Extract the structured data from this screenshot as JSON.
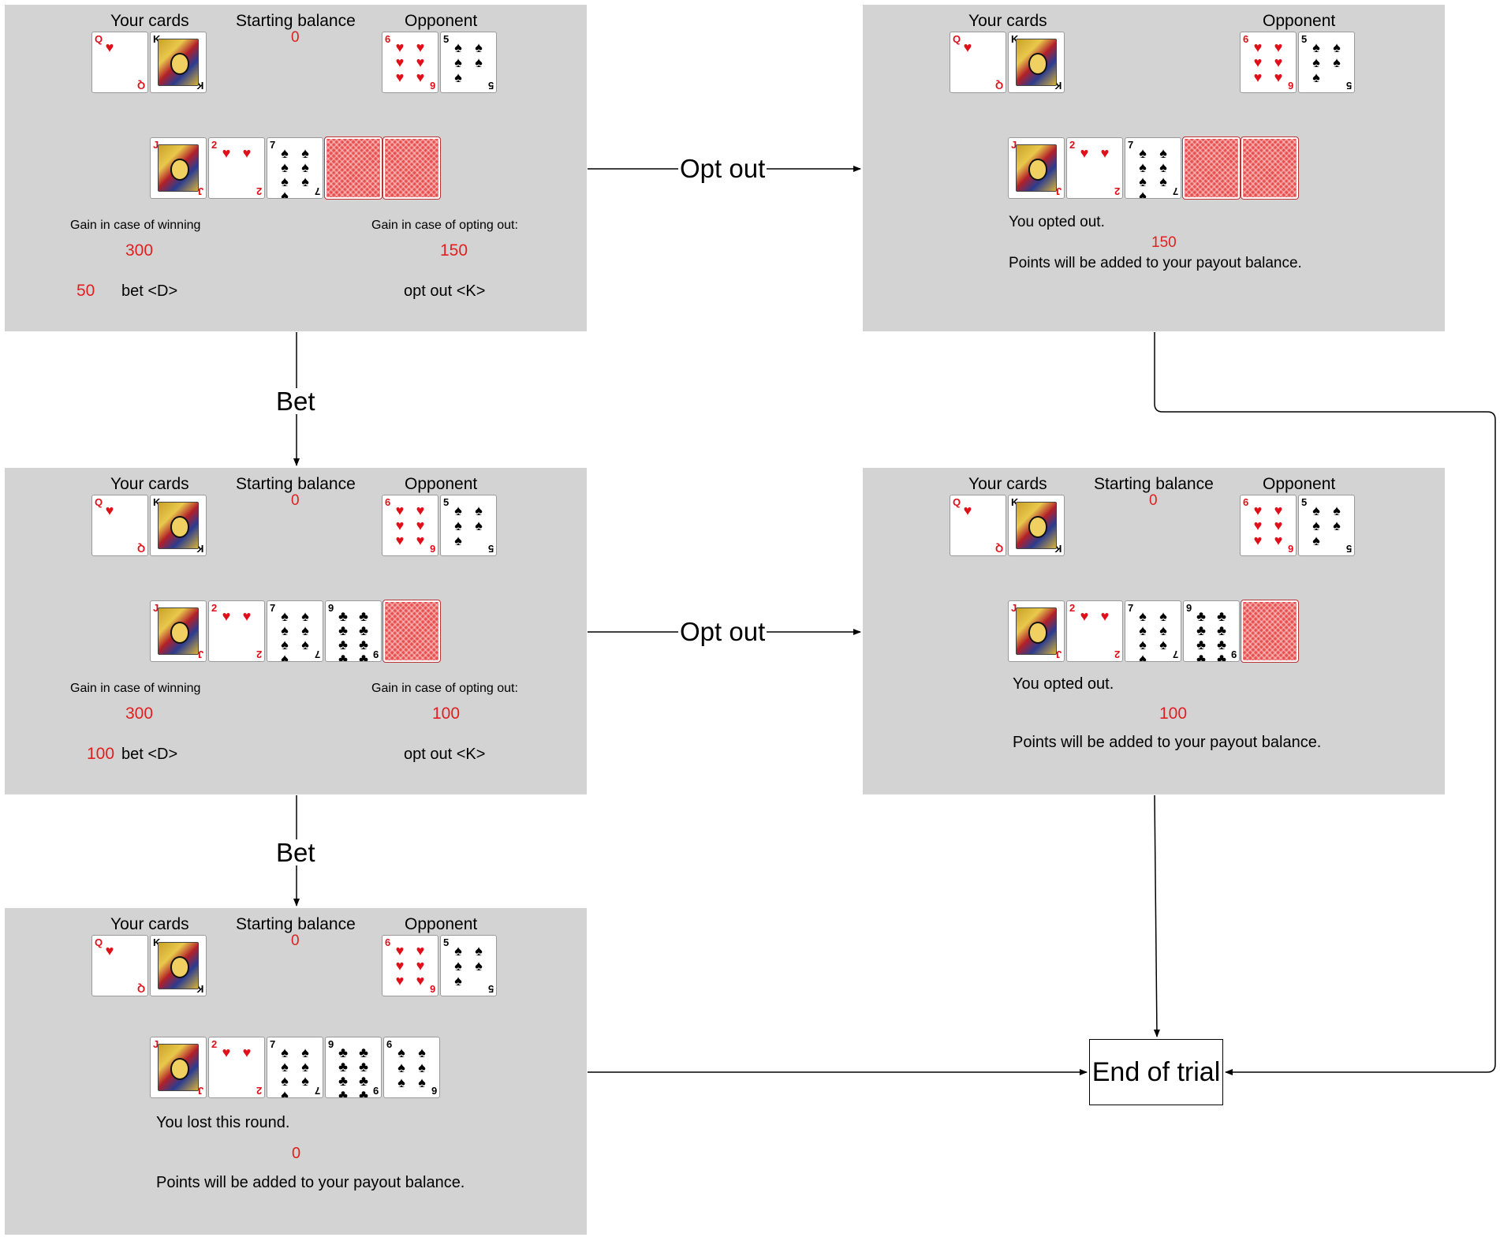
{
  "panel_labels": {
    "your_cards": "Your cards",
    "starting_balance": "Starting balance",
    "opponent": "Opponent",
    "gain_winning": "Gain in case of winning",
    "gain_opting_out": "Gain in case of opting out:",
    "bet_key": "bet <D>",
    "optout_key": "opt out <K>"
  },
  "panel1": {
    "starting_balance": "0",
    "gain_winning": "300",
    "gain_optout": "150",
    "bet": "50"
  },
  "panel2": {
    "message": "You opted out.",
    "points": "150",
    "points_msg": "Points will be added to your payout balance."
  },
  "panel3": {
    "starting_balance": "0",
    "gain_winning": "300",
    "gain_optout": "100",
    "bet": "100"
  },
  "panel4": {
    "starting_balance": "0",
    "message": "You opted out.",
    "points": "100",
    "points_msg": "Points will be added to your payout balance."
  },
  "panel5": {
    "starting_balance": "0",
    "message": "You lost this round.",
    "points": "0",
    "points_msg": "Points will be added to your payout balance."
  },
  "arrows": {
    "opt_out": "Opt out",
    "bet": "Bet"
  },
  "end_box": "End of trial",
  "colors": {
    "panel_bg": "#d3d3d3",
    "highlight": "#e02020"
  },
  "cards": {
    "your": [
      {
        "rank": "Q",
        "suit": "♥",
        "color": "red",
        "face": false
      },
      {
        "rank": "K",
        "suit": "♣",
        "color": "black",
        "face": true
      }
    ],
    "opponent": [
      {
        "rank": "6",
        "suit": "♥",
        "color": "red",
        "face": false
      },
      {
        "rank": "5",
        "suit": "♠",
        "color": "black",
        "face": false
      }
    ],
    "board": [
      {
        "rank": "J",
        "suit": "♥",
        "color": "red",
        "face": true
      },
      {
        "rank": "2",
        "suit": "♥",
        "color": "red",
        "face": false
      },
      {
        "rank": "7",
        "suit": "♠",
        "color": "black",
        "face": false
      },
      {
        "rank": "9",
        "suit": "♣",
        "color": "black",
        "face": false
      },
      {
        "rank": "6",
        "suit": "♠",
        "color": "black",
        "face": false
      }
    ]
  }
}
